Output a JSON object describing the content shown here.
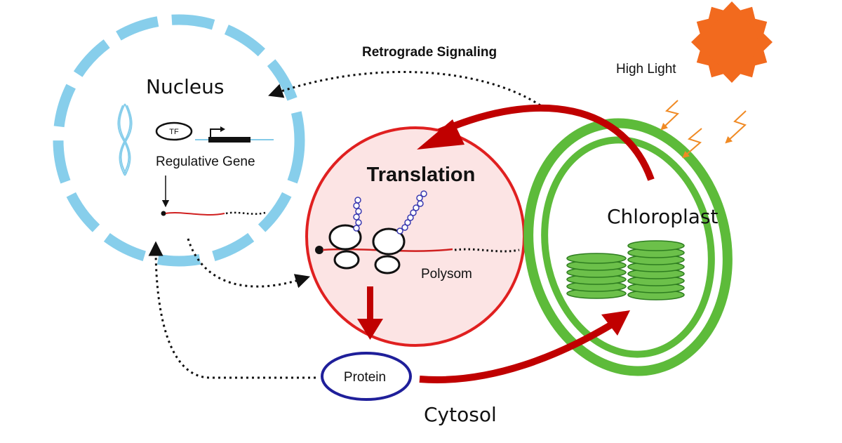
{
  "labels": {
    "nucleus": "Nucleus",
    "tf": "TF",
    "regulative_gene": "Regulative Gene",
    "translation": "Translation",
    "polysom": "Polysom",
    "protein": "Protein",
    "cytosol": "Cytosol",
    "chloroplast": "Chloroplast",
    "high_light": "High Light",
    "retrograde_signaling": "Retrograde Signaling"
  },
  "colors": {
    "nucleus_membrane": "#87CEEB",
    "translation_border": "#E02020",
    "translation_fill": "#FCE4E4",
    "protein_border": "#1F1F9A",
    "chloroplast_green": "#5DBB3A",
    "thylakoid_fill": "#6CC04A",
    "thylakoid_stroke": "#2E7D20",
    "arrow_red": "#C00000",
    "sun": "#F26A1E",
    "light_ray": "#F08A24",
    "polysome_bead": "#3A3AB0"
  },
  "icons": {
    "sun": "sun-icon",
    "dna": "dna-helix-icon",
    "promoter": "promoter-arrow-icon"
  }
}
